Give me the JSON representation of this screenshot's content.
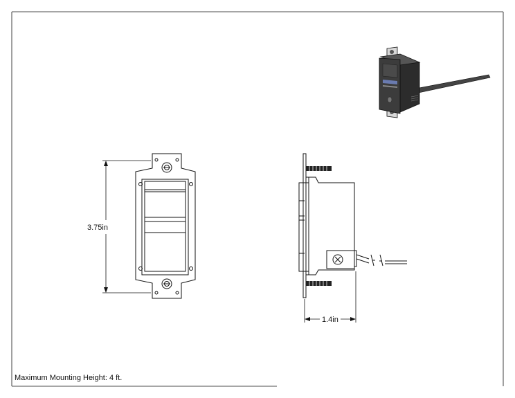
{
  "dimensions": {
    "height": "3.75in",
    "depth": "1.4in"
  },
  "notes": {
    "mounting_height": "Maximum Mounting Height: 4 ft."
  },
  "colors": {
    "line": "#111111",
    "sensor_body": "#3c3c3c",
    "sensor_band": "#6a7bb0"
  }
}
